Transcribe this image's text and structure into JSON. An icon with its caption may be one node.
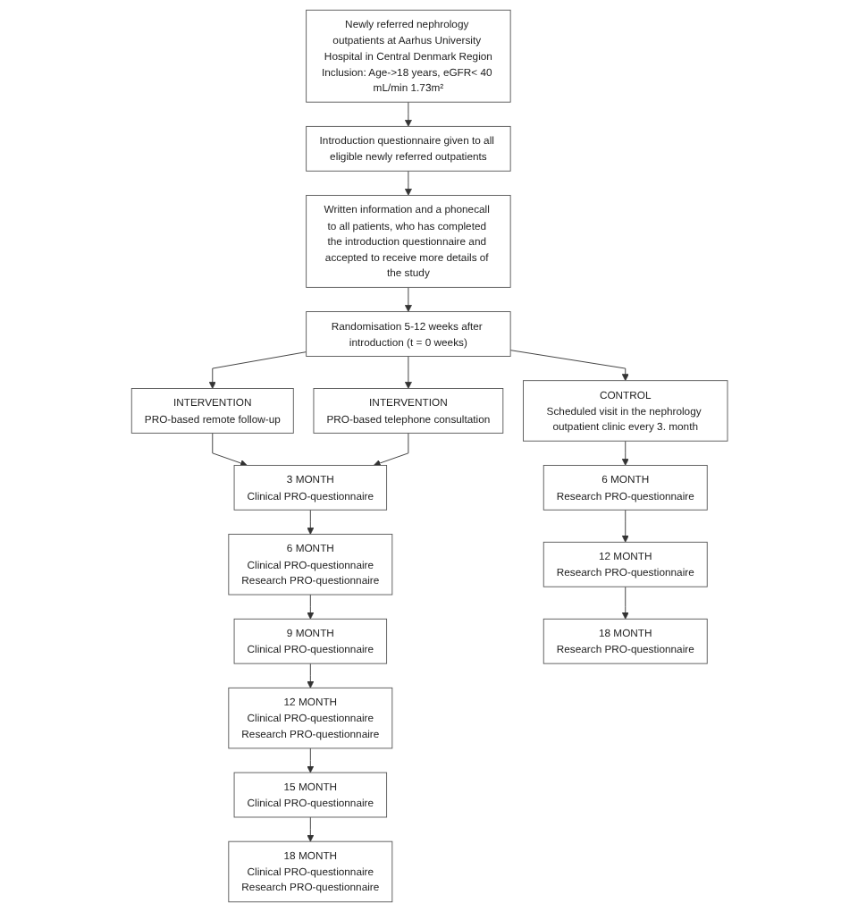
{
  "diagram": {
    "nodes": [
      {
        "text": [
          "Newly referred nephrology outpatients at Aarhus University Hospital in Central Denmark Region",
          "Inclusion: Age->18 years, eGFR< 40 mL/min 1.73m²"
        ]
      },
      {
        "text": [
          "Introduction questionnaire given to all eligible newly referred outpatients"
        ]
      },
      {
        "text": [
          "Written information and a phonecall to all patients, who has completed the introduction questionnaire and accepted to receive more details of the study"
        ]
      },
      {
        "text": [
          "Randomisation 5-12 weeks after introduction (t = 0 weeks)"
        ]
      },
      {
        "text": [
          "CONTROL",
          "Scheduled visit in the nephrology outpatient clinic every 3. month"
        ]
      },
      {
        "text": [
          "INTERVENTION",
          "PRO-based remote follow-up"
        ]
      },
      {
        "text": [
          "INTERVENTION",
          "PRO-based telephone consultation"
        ]
      },
      {
        "text": [
          "3 MONTH",
          "Clinical PRO-questionnaire"
        ]
      },
      {
        "text": [
          "6 MONTH",
          "Research PRO-questionnaire"
        ]
      },
      {
        "text": [
          "6 MONTH",
          "Clinical PRO-questionnaire",
          "Research PRO-questionnaire"
        ]
      },
      {
        "text": [
          "9 MONTH",
          "Clinical PRO-questionnaire"
        ]
      },
      {
        "text": [
          "12 MONTH",
          "Research PRO-questionnaire"
        ]
      },
      {
        "text": [
          "12 MONTH",
          "Clinical PRO-questionnaire",
          "Research PRO-questionnaire"
        ]
      },
      {
        "text": [
          "15 MONTH",
          "Clinical PRO-questionnaire"
        ]
      },
      {
        "text": [
          "18 MONTH",
          "Research PRO-questionnaire"
        ]
      },
      {
        "text": [
          "18 MONTH",
          "Clinical PRO-questionnaire",
          "Research PRO-questionnaire"
        ]
      }
    ],
    "edges": [
      {
        "from": 0,
        "to": 1,
        "arrow": "to"
      },
      {
        "from": 1,
        "to": 2,
        "arrow": "to"
      },
      {
        "from": 2,
        "to": 3,
        "arrow": "to"
      },
      {
        "from": 3,
        "to": 4,
        "arrow": "to"
      },
      {
        "from": 3,
        "to": 5,
        "arrow": "to"
      },
      {
        "from": 3,
        "to": 6,
        "arrow": "to"
      },
      {
        "from": 5,
        "to": 7,
        "arrow": "to"
      },
      {
        "from": 6,
        "to": 7,
        "arrow": "to"
      },
      {
        "from": 4,
        "to": 8,
        "arrow": "to"
      },
      {
        "from": 7,
        "to": 9,
        "arrow": "to"
      },
      {
        "from": 9,
        "to": 10,
        "arrow": "to"
      },
      {
        "from": 8,
        "to": 11,
        "arrow": "to"
      },
      {
        "from": 10,
        "to": 12,
        "arrow": "to"
      },
      {
        "from": 12,
        "to": 13,
        "arrow": "to"
      },
      {
        "from": 11,
        "to": 14,
        "arrow": "to"
      },
      {
        "from": 13,
        "to": 15,
        "arrow": "to"
      }
    ]
  }
}
